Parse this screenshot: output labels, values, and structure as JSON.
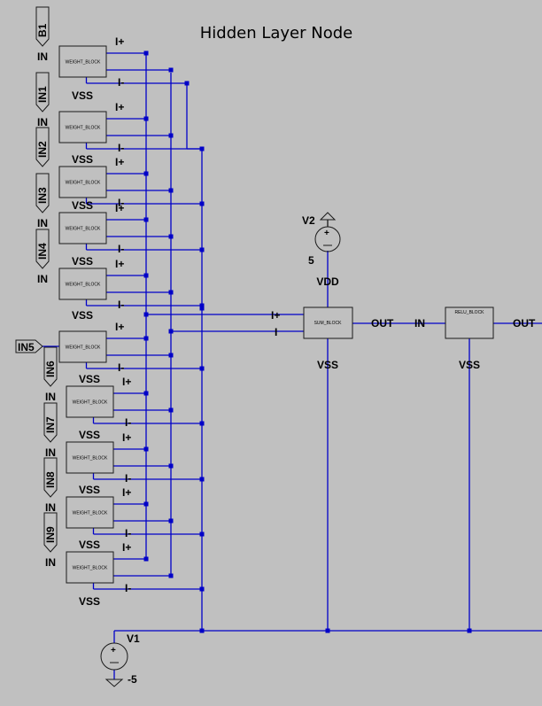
{
  "title": "Hidden Layer Node",
  "weight_blocks": [
    {
      "input": "B1",
      "name": "WEIGHT_BLOCK",
      "in_label": "IN",
      "vss_label": "VSS",
      "iplus_label": "I+",
      "iminus_label": "I-"
    },
    {
      "input": "IN1",
      "name": "WEIGHT_BLOCK",
      "in_label": "IN",
      "vss_label": "VSS",
      "iplus_label": "I+",
      "iminus_label": "I-"
    },
    {
      "input": "IN2",
      "name": "WEIGHT_BLOCK",
      "in_label": "IN",
      "vss_label": "VSS",
      "iplus_label": "I+",
      "iminus_label": "I-"
    },
    {
      "input": "IN3",
      "name": "WEIGHT_BLOCK",
      "in_label": "IN",
      "vss_label": "VSS",
      "iplus_label": "I+",
      "iminus_label": "I-"
    },
    {
      "input": "IN4",
      "name": "WEIGHT_BLOCK",
      "in_label": "IN",
      "vss_label": "VSS",
      "iplus_label": "I+",
      "iminus_label": "I-"
    },
    {
      "input": "IN5",
      "name": "WEIGHT_BLOCK",
      "in_label": "",
      "vss_label": "VSS",
      "iplus_label": "I+",
      "iminus_label": "I-"
    },
    {
      "input": "IN6",
      "name": "WEIGHT_BLOCK",
      "in_label": "IN",
      "vss_label": "VSS",
      "iplus_label": "I+",
      "iminus_label": "I-"
    },
    {
      "input": "IN7",
      "name": "WEIGHT_BLOCK",
      "in_label": "IN",
      "vss_label": "VSS",
      "iplus_label": "I+",
      "iminus_label": "I-"
    },
    {
      "input": "IN8",
      "name": "WEIGHT_BLOCK",
      "in_label": "IN",
      "vss_label": "VSS",
      "iplus_label": "I+",
      "iminus_label": "I-"
    },
    {
      "input": "IN9",
      "name": "WEIGHT_BLOCK",
      "in_label": "IN",
      "vss_label": "VSS",
      "iplus_label": "I+",
      "iminus_label": "I-"
    }
  ],
  "sum_block": {
    "name": "SUM_BLOCK",
    "iplus_label": "I+",
    "iminus_label": "I",
    "vdd_label": "VDD",
    "vss_label": "VSS",
    "out_label": "OUT"
  },
  "relu_block": {
    "name": "RELU_BLOCK",
    "in_label": "IN",
    "out_label": "OUT",
    "vss_label": "VSS"
  },
  "v2": {
    "name": "V2",
    "value": "5"
  },
  "v1": {
    "name": "V1",
    "value": "-5"
  }
}
